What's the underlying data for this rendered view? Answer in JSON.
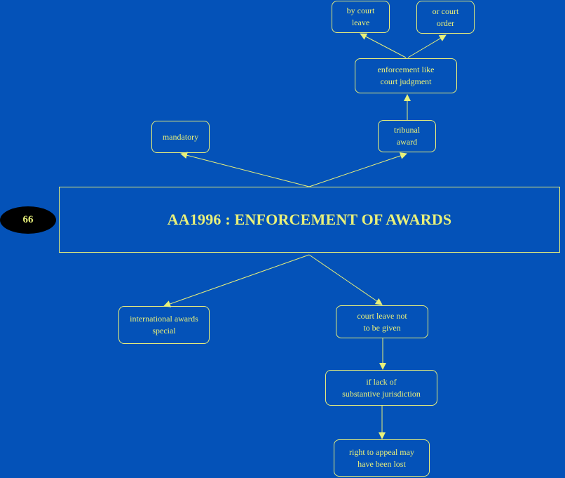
{
  "colors": {
    "background": "#0452b8",
    "foreground": "#e8f07a",
    "badge": "#000000"
  },
  "badge": {
    "number": "66"
  },
  "main": {
    "title": "AA1996 : ENFORCEMENT OF AWARDS"
  },
  "nodes": {
    "by_court_leave": "by court\nleave",
    "or_court_order": "or court\norder",
    "enforcement_like_court_judgment": "enforcement like\ncourt judgment",
    "tribunal_award": "tribunal\naward",
    "mandatory": "mandatory",
    "international_awards_special": "international awards\nspecial",
    "court_leave_not_given": "court leave not\nto be given",
    "lack_of_jurisdiction": "if lack of\nsubstantive jurisdiction",
    "right_to_appeal_lost": "right to appeal may\nhave been lost"
  }
}
